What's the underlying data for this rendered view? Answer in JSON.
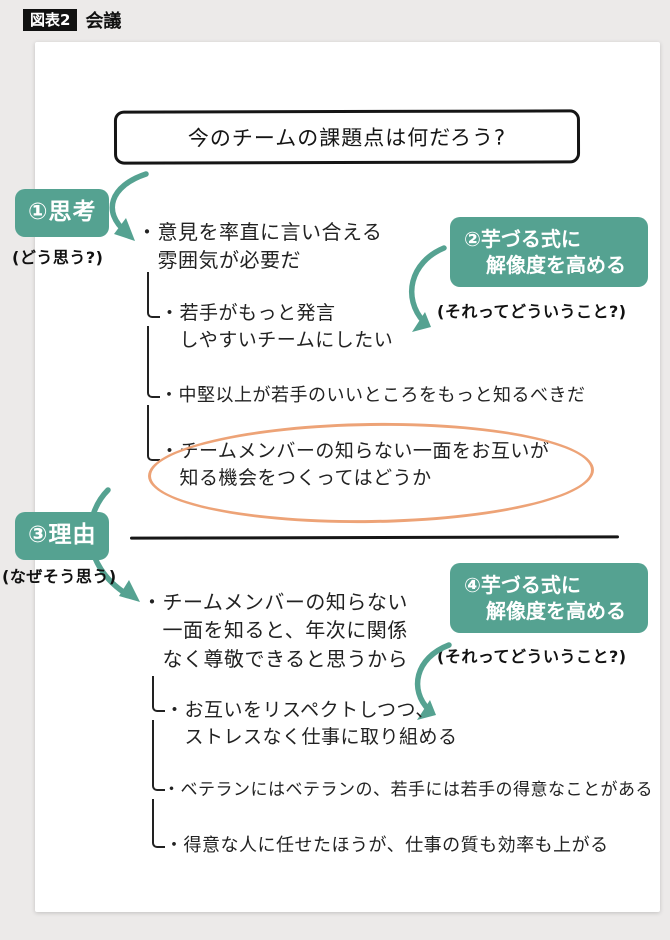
{
  "figure": {
    "label": "図表2",
    "title": "会議"
  },
  "colors": {
    "teal": "#55A291",
    "orange": "#EDA377",
    "ink": "#1d1d1d",
    "bg": "#ECEAE9",
    "card": "#ffffff"
  },
  "question": "今のチームの課題点は何だろう?",
  "badges": {
    "step1": {
      "label": "①思考",
      "caption": "(どう思う?)"
    },
    "step2": {
      "line1": "②芋づる式に",
      "line2": "解像度を高める",
      "caption": "(それってどういうこと?)"
    },
    "step3": {
      "label": "③理由",
      "caption": "(なぜそう思う)"
    },
    "step4": {
      "line1": "④芋づる式に",
      "line2": "解像度を高める",
      "caption": "(それってどういうこと?)"
    }
  },
  "thoughts": {
    "main1": "・意見を率直に言い合える\n　雰囲気が必要だ",
    "sub1a": "・若手がもっと発言\n　しやすいチームにしたい",
    "sub1b": "・中堅以上が若手のいいところをもっと知るべきだ",
    "sub1c": "・チームメンバーの知らない一面をお互いが\n　知る機会をつくってはどうか",
    "main2": "・チームメンバーの知らない\n　一面を知ると、年次に関係\n　なく尊敬できると思うから",
    "sub2a": "・お互いをリスペクトしつつ、\n　ストレスなく仕事に取り組める",
    "sub2b": "・ベテランにはベテランの、若手には若手の得意なことがある",
    "sub2c": "・得意な人に任せたほうが、仕事の質も効率も上がる"
  }
}
